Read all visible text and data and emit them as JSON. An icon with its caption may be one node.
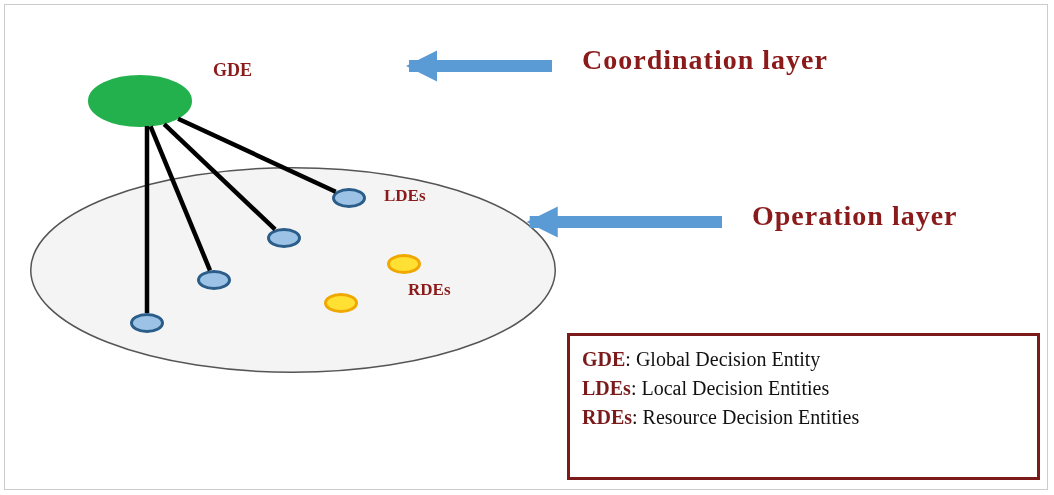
{
  "diagram": {
    "nodes": [
      {
        "text": [],
        "shape": "ellipse",
        "beside": [
          "GDE"
        ]
      },
      {
        "text": [
          "Coordination layer"
        ]
      },
      {
        "text": [],
        "shape": "ellipse"
      },
      {
        "text": [
          "Operation layer"
        ]
      },
      {
        "text": [],
        "shape": "ellipse",
        "in": 2
      },
      {
        "text": [],
        "shape": "ellipse",
        "in": 2
      },
      {
        "text": [],
        "shape": "ellipse",
        "in": 2
      },
      {
        "text": [],
        "shape": "ellipse",
        "in": 2
      },
      {
        "text": [],
        "shape": "ellipse",
        "in": 2
      },
      {
        "text": [],
        "shape": "ellipse",
        "in": 2
      },
      {
        "text": [
          "**GDE**: Global Decision Entity",
          "**LDEs**: Local Decision Entities",
          "**RDEs**: Resource Decision Entities"
        ]
      }
    ],
    "edges": [
      {
        "from": 1,
        "to": null,
        "arrow": "to",
        "style": "thick",
        "color": "#5b9bd5"
      },
      {
        "from": 3,
        "to": 2,
        "arrow": "to",
        "style": "thick",
        "color": "#5b9bd5"
      },
      {
        "from": 0,
        "to": 4,
        "arrow": "none"
      },
      {
        "from": 0,
        "to": 5,
        "arrow": "none"
      },
      {
        "from": 0,
        "to": 6,
        "arrow": "none"
      },
      {
        "from": 0,
        "to": 7,
        "arrow": "none"
      }
    ],
    "labels": [
      "LDEs",
      "RDEs"
    ]
  }
}
